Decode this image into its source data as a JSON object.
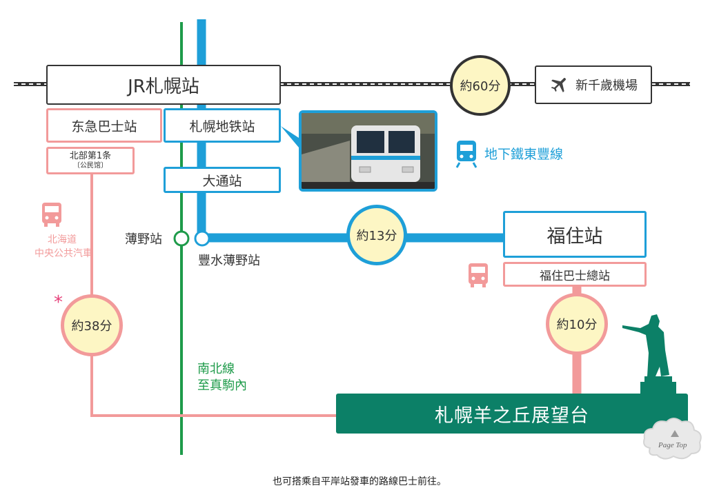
{
  "stations": {
    "jr_sapporo": "JR札幌站",
    "new_chitose_airport": "新千歲機場",
    "tokyu_bus": "东急巴士站",
    "kita1_line1": "北部第1条",
    "kita1_line2": "〔公民馆〕",
    "sapporo_subway": "札幌地铁站",
    "odori": "大通站",
    "susukino": "薄野站",
    "hosui_susukino": "豐水薄野站",
    "fukuzumi": "福住站",
    "fukuzumi_bus_terminal": "福住巴士總站",
    "hitsujigaoka": "札幌羊之丘展望台"
  },
  "times": {
    "jr_to_airport": "約60分",
    "subway": "約13分",
    "bus_chuo": "約38分",
    "bus_fukuzumi": "約10分"
  },
  "lines": {
    "toho_line": "地下鐵東豐線",
    "chuo_bus_line1": "北海道",
    "chuo_bus_line2": "中央公共汽車",
    "namboku_line1": "南北線",
    "namboku_line2": "至真駒內"
  },
  "note": "也可搭乘自平岸站發車的路線巴士前往。",
  "asterisk": "*",
  "page_top": "Page Top",
  "colors": {
    "subway_blue": "#1e9fd8",
    "bus_pink": "#f29a9a",
    "namboku_green": "#1e9b4a",
    "hill_green": "#0c8067",
    "time_fill": "#fdf6c4"
  },
  "icons": [
    "airplane-icon",
    "train-icon",
    "bus-icon",
    "statue-icon",
    "page-top-cloud-icon"
  ]
}
